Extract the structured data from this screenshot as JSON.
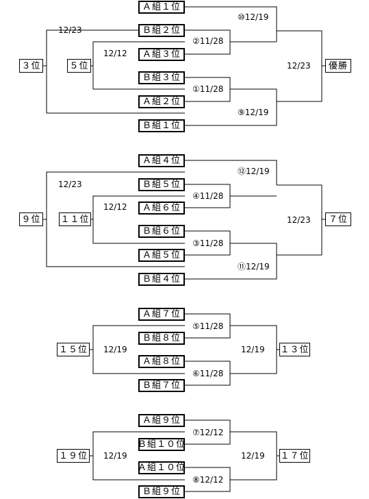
{
  "section1": {
    "teams": [
      "Ａ組１位",
      "Ｂ組２位",
      "Ａ組３位",
      "Ｂ組３位",
      "Ａ組２位",
      "Ｂ組１位"
    ],
    "ranks": {
      "left_outer": "３位",
      "left_inner": "５位",
      "right": "優勝"
    },
    "dates": {
      "g10": "⑩12/19",
      "g2": "②11/28",
      "g1": "①11/28",
      "g9": "⑨12/19",
      "left_outer": "12/23",
      "left_inner": "12/12",
      "right": "12/23"
    }
  },
  "section2": {
    "teams": [
      "Ａ組４位",
      "Ｂ組５位",
      "Ａ組６位",
      "Ｂ組６位",
      "Ａ組５位",
      "Ｂ組４位"
    ],
    "ranks": {
      "left_outer": "９位",
      "left_inner": "１１位",
      "right": "７位"
    },
    "dates": {
      "g12": "⑫12/19",
      "g4": "④11/28",
      "g3": "③11/28",
      "g11": "⑪12/19",
      "left_outer": "12/23",
      "left_inner": "12/12",
      "right": "12/23"
    }
  },
  "section3": {
    "teams": [
      "Ａ組７位",
      "Ｂ組８位",
      "Ａ組８位",
      "Ｂ組７位"
    ],
    "ranks": {
      "left": "１５位",
      "right": "１３位"
    },
    "dates": {
      "g5": "⑤11/28",
      "g6": "⑥11/28",
      "left": "12/19",
      "right": "12/19"
    }
  },
  "section4": {
    "teams": [
      "Ａ組９位",
      "Ｂ組１０位",
      "Ａ組１０位",
      "Ｂ組９位"
    ],
    "ranks": {
      "left": "１９位",
      "right": "１７位"
    },
    "dates": {
      "g7": "⑦12/12",
      "g8": "⑧12/12",
      "left": "12/19",
      "right": "12/19"
    }
  }
}
